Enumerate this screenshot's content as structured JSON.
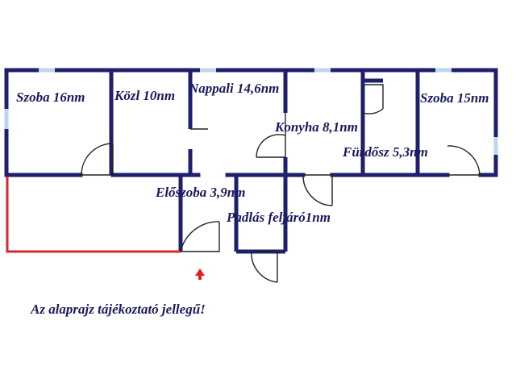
{
  "rooms": {
    "szoba16": "Szoba 16nm",
    "kozl": "Közl 10nm",
    "nappali": "Nappali 14,6nm",
    "konyha": "Konyha 8,1nm",
    "furdo": "Fürdősz 5,3nm",
    "szoba15": "Szoba 15nm",
    "eloszoba": "Előszoba 3,9nm",
    "padlas": "Padlás feljáró1nm"
  },
  "note": "Az alaprajz tájékoztató jellegű!",
  "colors": {
    "wall": "#1f1f6e",
    "window": "#bcd6ec",
    "door_swing": "#222222",
    "boundary": "#d8242a",
    "arrow": "#e02020"
  }
}
